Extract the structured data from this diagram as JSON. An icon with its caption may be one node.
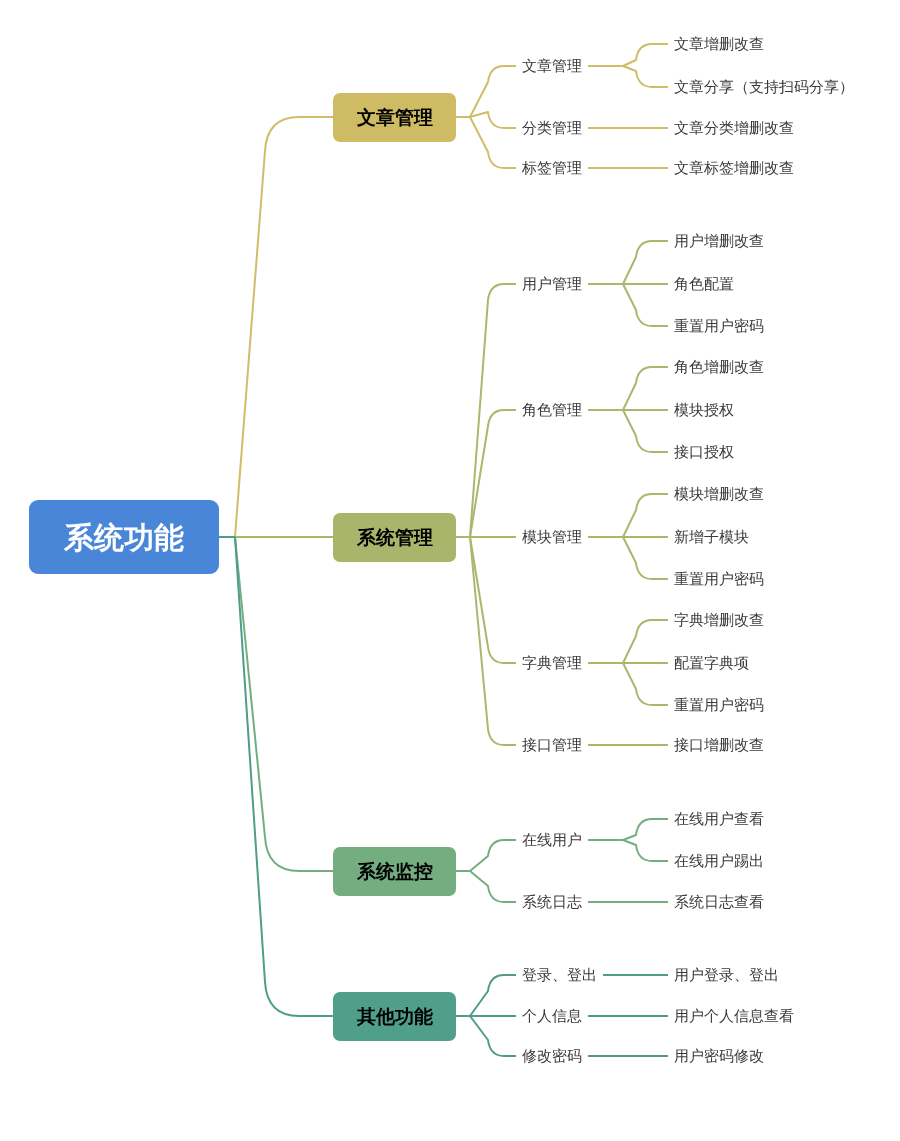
{
  "diagram": {
    "nodes": [
      {
        "text": [
          "系统功能"
        ]
      },
      {
        "text": [
          "文章管理"
        ]
      },
      {
        "text": [
          "文章管理"
        ]
      },
      {
        "text": [
          "文章增删改查"
        ]
      },
      {
        "text": [
          "文章分享（支持扫码分享）"
        ]
      },
      {
        "text": [
          "分类管理"
        ]
      },
      {
        "text": [
          "文章分类增删改查"
        ]
      },
      {
        "text": [
          "标签管理"
        ]
      },
      {
        "text": [
          "文章标签增删改查"
        ]
      },
      {
        "text": [
          "系统管理"
        ]
      },
      {
        "text": [
          "用户管理"
        ]
      },
      {
        "text": [
          "用户增删改查"
        ]
      },
      {
        "text": [
          "角色配置"
        ]
      },
      {
        "text": [
          "重置用户密码"
        ]
      },
      {
        "text": [
          "角色管理"
        ]
      },
      {
        "text": [
          "角色增删改查"
        ]
      },
      {
        "text": [
          "模块授权"
        ]
      },
      {
        "text": [
          "接口授权"
        ]
      },
      {
        "text": [
          "模块管理"
        ]
      },
      {
        "text": [
          "模块增删改查"
        ]
      },
      {
        "text": [
          "新增子模块"
        ]
      },
      {
        "text": [
          "重置用户密码"
        ]
      },
      {
        "text": [
          "字典管理"
        ]
      },
      {
        "text": [
          "字典增删改查"
        ]
      },
      {
        "text": [
          "配置字典项"
        ]
      },
      {
        "text": [
          "重置用户密码"
        ]
      },
      {
        "text": [
          "接口管理"
        ]
      },
      {
        "text": [
          "接口增删改查"
        ]
      },
      {
        "text": [
          "系统监控"
        ]
      },
      {
        "text": [
          "在线用户"
        ]
      },
      {
        "text": [
          "在线用户查看"
        ]
      },
      {
        "text": [
          "在线用户踢出"
        ]
      },
      {
        "text": [
          "系统日志"
        ]
      },
      {
        "text": [
          "系统日志查看"
        ]
      },
      {
        "text": [
          "其他功能"
        ]
      },
      {
        "text": [
          "登录、登出"
        ]
      },
      {
        "text": [
          "用户登录、登出"
        ]
      },
      {
        "text": [
          "个人信息"
        ]
      },
      {
        "text": [
          "用户个人信息查看"
        ]
      },
      {
        "text": [
          "修改密码"
        ]
      },
      {
        "text": [
          "用户密码修改"
        ]
      }
    ],
    "edges": [
      {
        "from": 0,
        "to": 1,
        "arrow": "none",
        "color": "#cfbd6a"
      },
      {
        "from": 0,
        "to": 9,
        "arrow": "none"
      },
      {
        "from": 0,
        "to": 28,
        "arrow": "none",
        "color": "#74ae80"
      },
      {
        "from": 0,
        "to": 34,
        "arrow": "none",
        "color": "#4e9c89"
      },
      {
        "from": 1,
        "to": 2,
        "arrow": "none",
        "color": "#cfbd6a"
      },
      {
        "from": 2,
        "to": 3,
        "arrow": "none",
        "color": "#cfbd6a"
      },
      {
        "from": 2,
        "to": 4,
        "arrow": "none",
        "color": "#cfbd6a"
      },
      {
        "from": 1,
        "to": 5,
        "arrow": "none",
        "color": "#cfbd6a"
      },
      {
        "from": 5,
        "to": 6,
        "arrow": "none",
        "color": "#cfbd6a"
      },
      {
        "from": 1,
        "to": 7,
        "arrow": "none",
        "color": "#cfbd6a"
      },
      {
        "from": 7,
        "to": 8,
        "arrow": "none",
        "color": "#cfbd6a"
      },
      {
        "from": 9,
        "to": 10,
        "arrow": "none"
      },
      {
        "from": 10,
        "to": 11,
        "arrow": "none"
      },
      {
        "from": 10,
        "to": 12,
        "arrow": "none"
      },
      {
        "from": 10,
        "to": 13,
        "arrow": "none"
      },
      {
        "from": 9,
        "to": 14,
        "arrow": "none"
      },
      {
        "from": 14,
        "to": 15,
        "arrow": "none"
      },
      {
        "from": 14,
        "to": 16,
        "arrow": "none"
      },
      {
        "from": 14,
        "to": 17,
        "arrow": "none"
      },
      {
        "from": 9,
        "to": 18,
        "arrow": "none"
      },
      {
        "from": 18,
        "to": 19,
        "arrow": "none"
      },
      {
        "from": 18,
        "to": 20,
        "arrow": "none"
      },
      {
        "from": 18,
        "to": 21,
        "arrow": "none"
      },
      {
        "from": 9,
        "to": 22,
        "arrow": "none"
      },
      {
        "from": 22,
        "to": 23,
        "arrow": "none"
      },
      {
        "from": 22,
        "to": 24,
        "arrow": "none"
      },
      {
        "from": 22,
        "to": 25,
        "arrow": "none"
      },
      {
        "from": 9,
        "to": 26,
        "arrow": "none"
      },
      {
        "from": 26,
        "to": 27,
        "arrow": "none"
      },
      {
        "from": 28,
        "to": 29,
        "arrow": "none",
        "color": "#74ae80"
      },
      {
        "from": 29,
        "to": 30,
        "arrow": "none",
        "color": "#74ae80"
      },
      {
        "from": 29,
        "to": 31,
        "arrow": "none",
        "color": "#74ae80"
      },
      {
        "from": 28,
        "to": 32,
        "arrow": "none",
        "color": "#74ae80"
      },
      {
        "from": 32,
        "to": 33,
        "arrow": "none",
        "color": "#74ae80"
      },
      {
        "from": 34,
        "to": 35,
        "arrow": "none",
        "color": "#4e9c89"
      },
      {
        "from": 35,
        "to": 36,
        "arrow": "none",
        "color": "#4e9c89"
      },
      {
        "from": 34,
        "to": 37,
        "arrow": "none",
        "color": "#4e9c89"
      },
      {
        "from": 37,
        "to": 38,
        "arrow": "none",
        "color": "#4e9c89"
      },
      {
        "from": 34,
        "to": 39,
        "arrow": "none",
        "color": "#4e9c89"
      },
      {
        "from": 39,
        "to": 40,
        "arrow": "none",
        "color": "#4e9c89"
      }
    ]
  }
}
